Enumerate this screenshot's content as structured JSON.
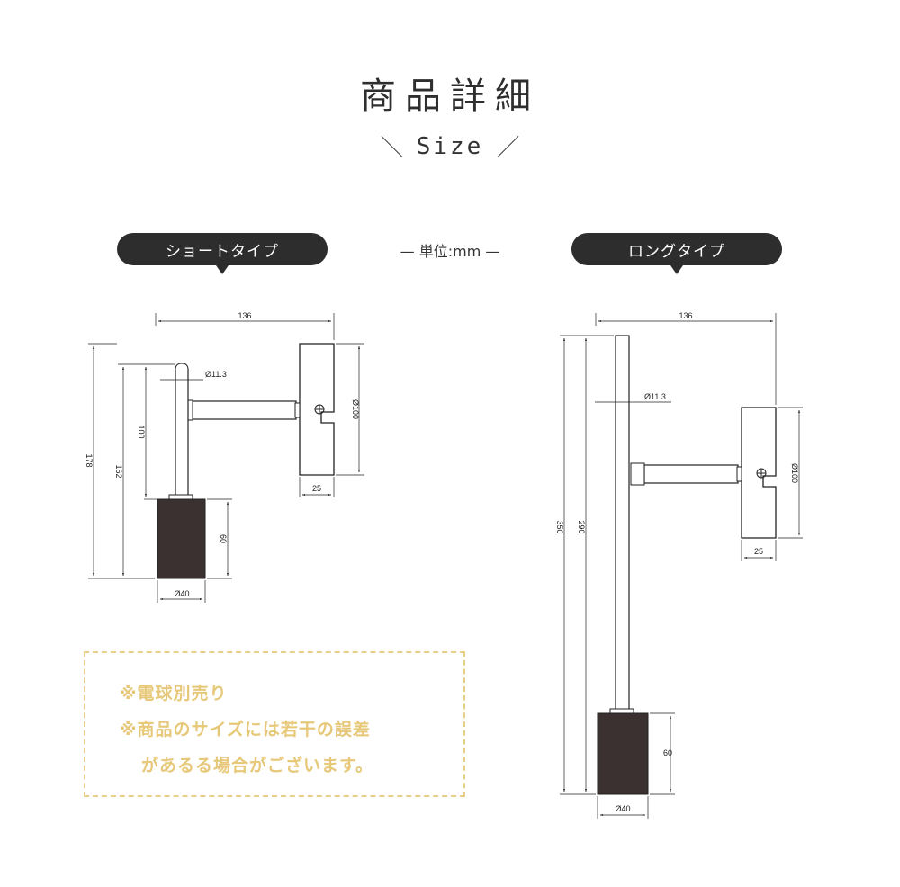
{
  "header": {
    "title": "商品詳細",
    "slash_left": "＼",
    "subtitle": "Size",
    "slash_right": "／"
  },
  "unit_label": "— 単位:mm —",
  "short_type": {
    "label": "ショートタイプ",
    "dims": {
      "width": "136",
      "pipe_diameter": "Ø11.3",
      "plate_height": "Ø100",
      "plate_depth": "25",
      "arm_height": "100",
      "total_height": "178",
      "pipe_height": "162",
      "socket_height": "60",
      "socket_diameter": "Ø40"
    }
  },
  "long_type": {
    "label": "ロングタイプ",
    "dims": {
      "width": "136",
      "pipe_diameter": "Ø11.3",
      "plate_height": "Ø100",
      "plate_depth": "25",
      "total_height": "350",
      "pipe_height": "290",
      "socket_height": "60",
      "socket_diameter": "Ø40"
    }
  },
  "notes": [
    "※電球別売り",
    "※商品のサイズには若干の誤差",
    "があるる場合がございます。"
  ],
  "colors": {
    "pill_bg": "#2d2d2d",
    "note_text": "#e6c878",
    "note_border": "#e8cf86"
  }
}
